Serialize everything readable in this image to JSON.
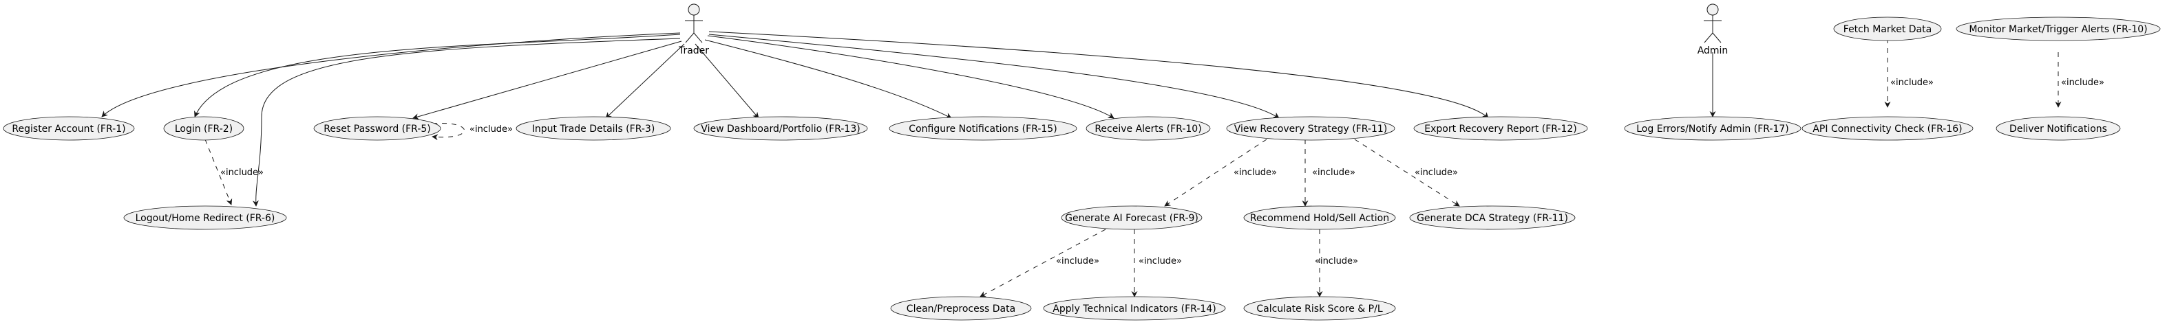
{
  "actors": {
    "trader": "Trader",
    "admin": "Admin"
  },
  "use_cases": {
    "register": "Register Account (FR-1)",
    "login": "Login (FR-2)",
    "reset_password": "Reset Password (FR-5)",
    "input_trade": "Input Trade Details (FR-3)",
    "dashboard": "View Dashboard/Portfolio (FR-13)",
    "configure_notifications": "Configure Notifications (FR-15)",
    "receive_alerts": "Receive Alerts (FR-10)",
    "recovery_strategy": "View Recovery Strategy (FR-11)",
    "export_report": "Export Recovery Report (FR-12)",
    "logout": "Logout/Home Redirect (FR-6)",
    "ai_forecast": "Generate AI Forecast (FR-9)",
    "recommend": "Recommend Hold/Sell Action",
    "dca": "Generate DCA Strategy (FR-11)",
    "clean_data": "Clean/Preprocess Data",
    "tech_indicators": "Apply Technical Indicators (FR-14)",
    "risk_score": "Calculate Risk Score & P/L",
    "log_errors": "Log Errors/Notify Admin (FR-17)",
    "fetch_market": "Fetch Market Data",
    "api_check": "API Connectivity Check (FR-16)",
    "monitor_market": "Monitor Market/Trigger Alerts (FR-10)",
    "deliver_notifications": "Deliver Notifications"
  },
  "relations": {
    "include_label": "«include»"
  }
}
